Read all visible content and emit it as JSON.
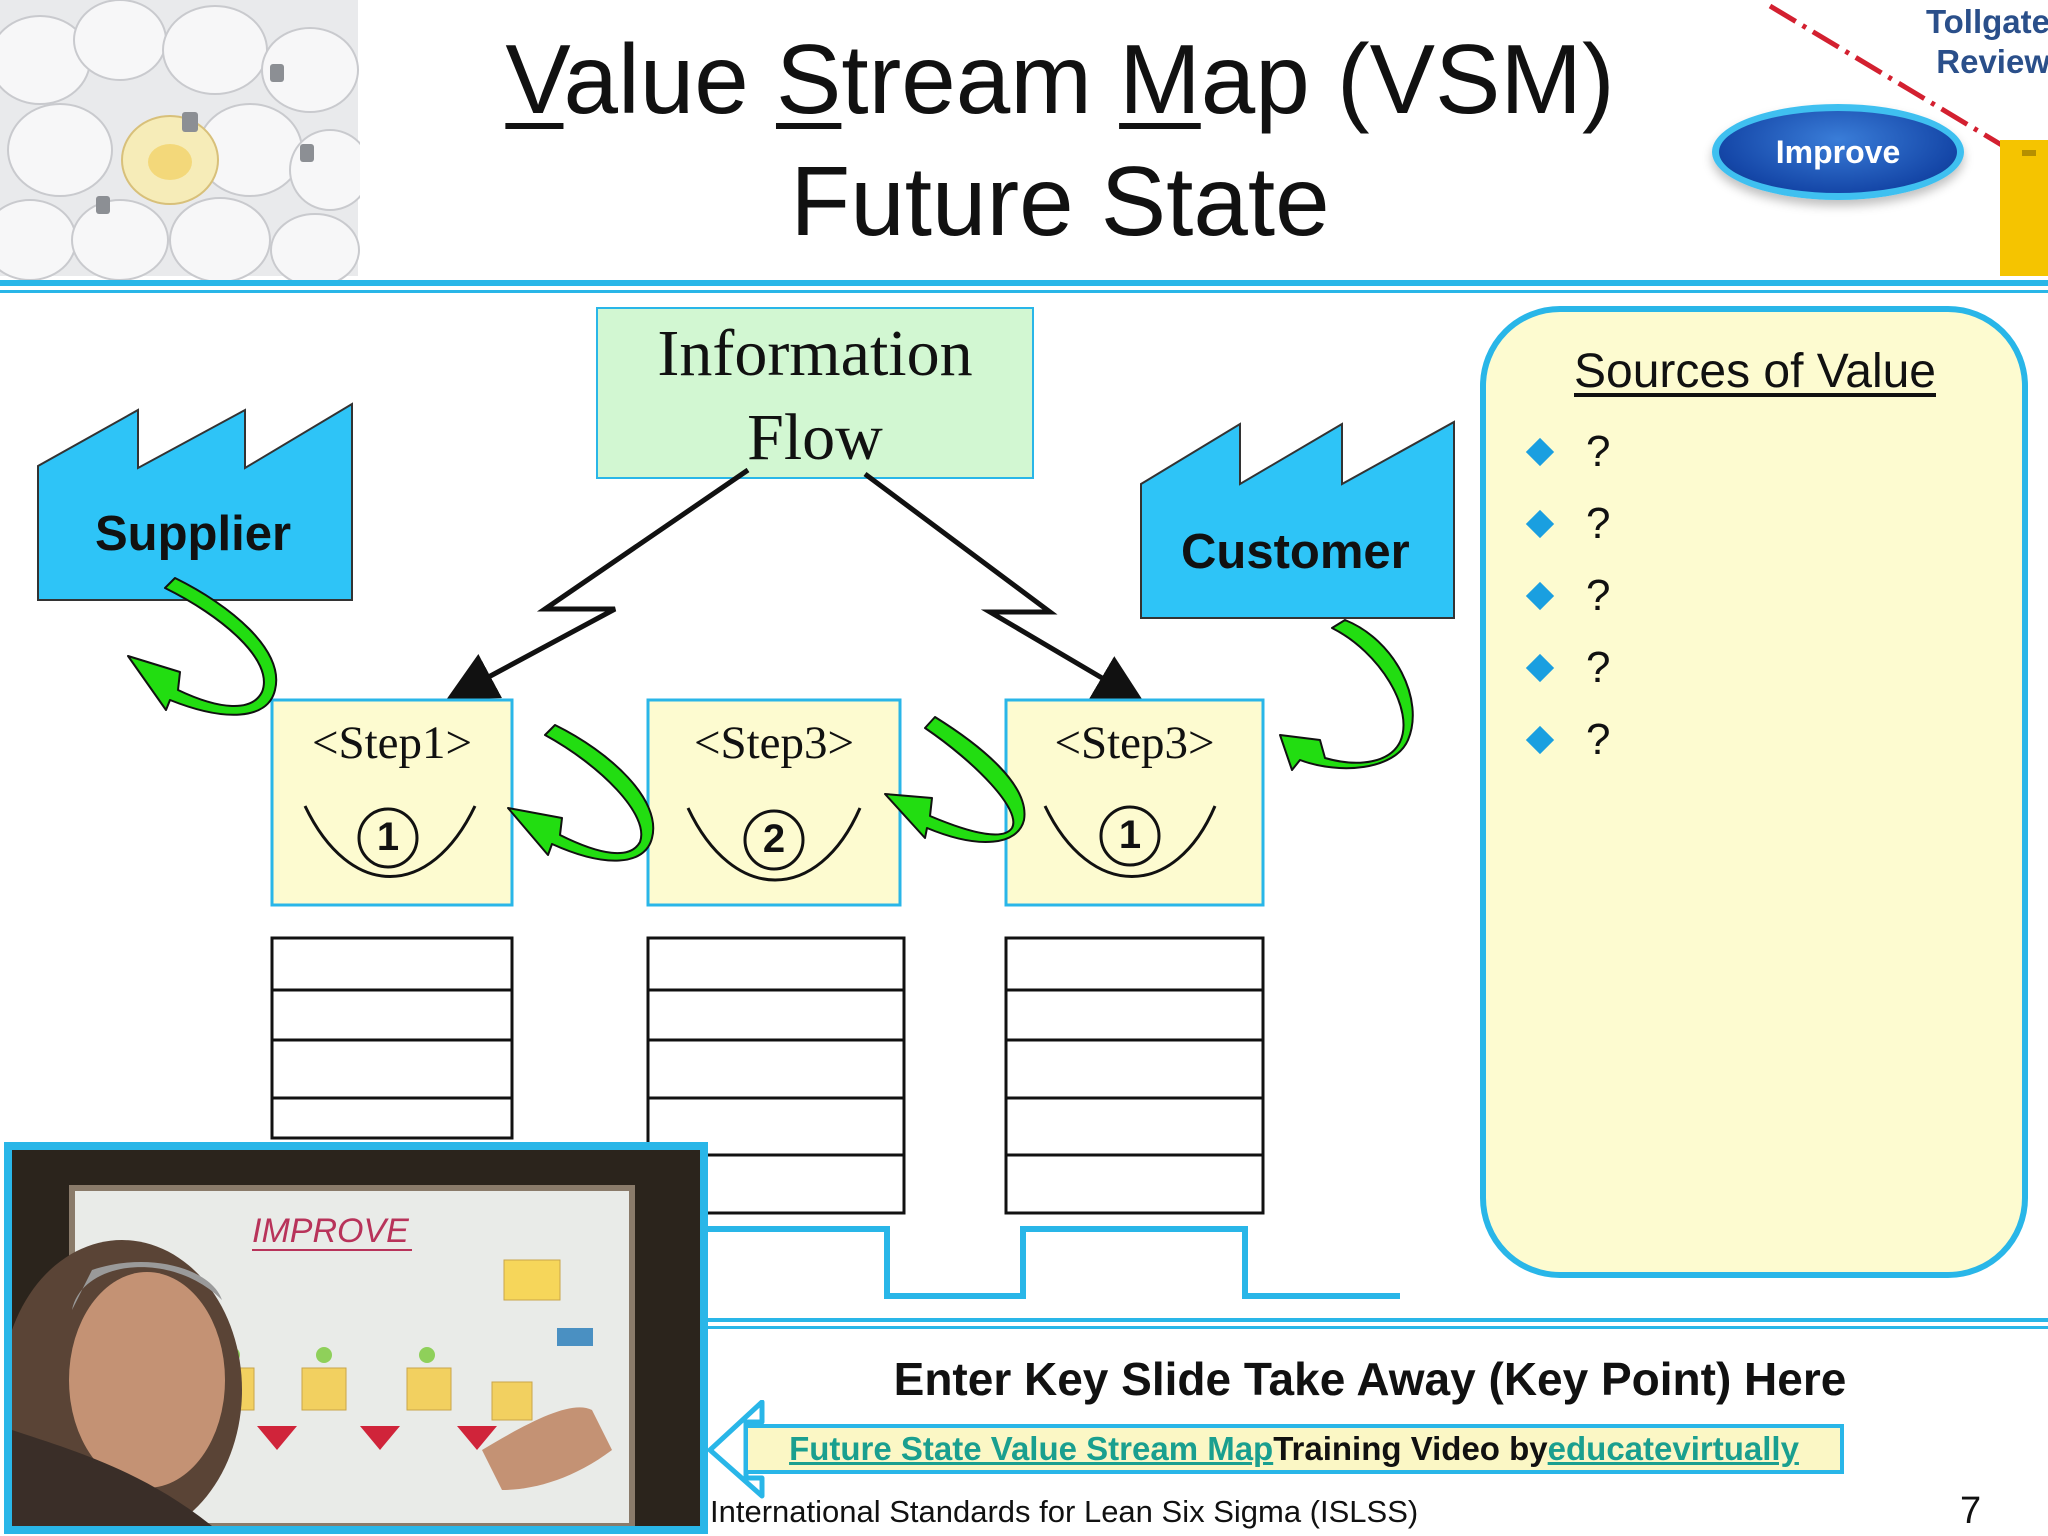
{
  "title": {
    "line1_parts": [
      {
        "text": "V",
        "u": true
      },
      {
        "text": "alue ",
        "u": false
      },
      {
        "text": "S",
        "u": true
      },
      {
        "text": "tream ",
        "u": false
      },
      {
        "text": "M",
        "u": true
      },
      {
        "text": "ap (VSM)",
        "u": false
      }
    ],
    "line2": "Future State"
  },
  "badge": {
    "tollgate_line1": "Tollgate",
    "tollgate_line2": "Review",
    "phase": "Improve"
  },
  "diagram": {
    "info_flow_line1": "Information",
    "info_flow_line2": "Flow",
    "supplier": "Supplier",
    "customer": "Customer",
    "steps": [
      {
        "label": "<Step1>",
        "inventory": "1"
      },
      {
        "label": "<Step3>",
        "inventory": "2"
      },
      {
        "label": "<Step3>",
        "inventory": "1"
      }
    ]
  },
  "sources": {
    "title": "Sources of Value",
    "items": [
      "?",
      "?",
      "?",
      "?",
      "?"
    ]
  },
  "takeaway": "Enter Key Slide Take Away (Key Point) Here",
  "video_link": {
    "link1": "Future State Value Stream Map ",
    "middle": "Training Video by ",
    "link2": "educatevirtually"
  },
  "video": {
    "board_title": "IMPROVE"
  },
  "footer": "International Standards for Lean Six Sigma (ISLSS)",
  "page_number": "7",
  "colors": {
    "accent": "#29b6e8",
    "factory": "#2ec4f7",
    "info_box": "#d2f7d2",
    "step_box": "#fdfbd0",
    "arrow_green": "#22dd11"
  }
}
